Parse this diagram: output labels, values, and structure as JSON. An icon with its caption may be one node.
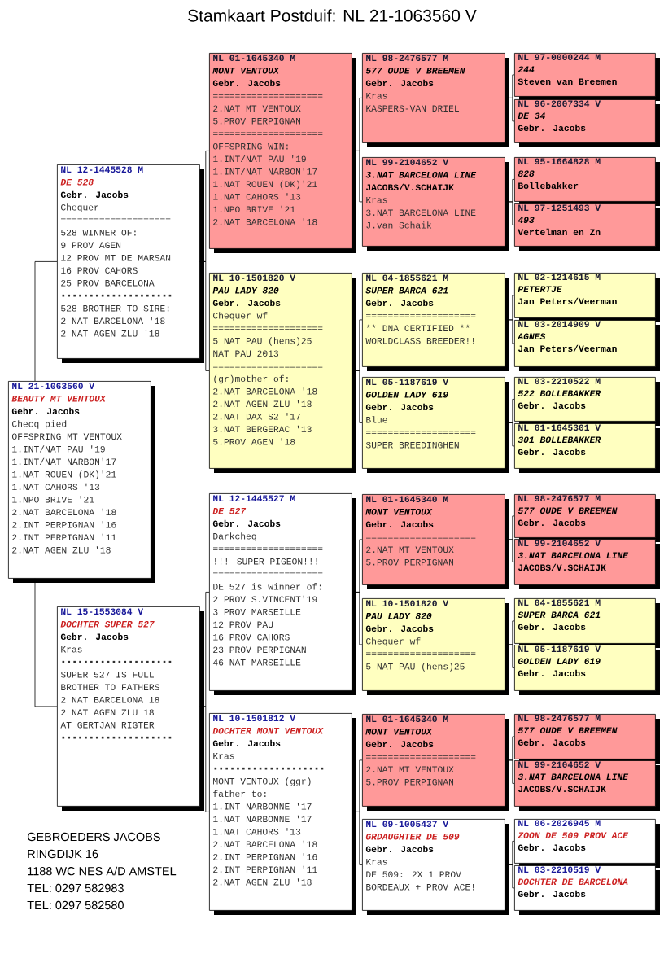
{
  "diagram": {
    "title": "Stamkaart Postduif: NL 21-1063560 V",
    "nodes": [
      {
        "text": [
          "NL 21-1063560 V",
          "BEAUTY MT VENTOUX",
          "Gebr. Jacobs",
          "Checq pied",
          "OFFSPRING MT VENTOUX",
          "1.INT/NAT PAU '19",
          "1.INT/NAT NARBON'17",
          "1.NAT ROUEN (DK)'21",
          "1.NAT CAHORS '13",
          "1.NPO BRIVE '21",
          "2.NAT BARCELONA '18",
          "2.INT PERPIGNAN '16",
          "2.INT PERPIGNAN '11",
          "2.NAT AGEN ZLU '18"
        ]
      },
      {
        "text": [
          "NL 12-1445528 M",
          "DE 528",
          "Gebr. Jacobs",
          "Chequer",
          "====================",
          "528 WINNER OF:",
          "9 PROV AGEN",
          "12 PROV MT DE MARSAN",
          "16 PROV CAHORS",
          "25 PROV BARCELONA",
          "528 BROTHER TO SIRE:",
          "2 NAT BARCELONA '18",
          "2 NAT AGEN ZLU '18"
        ]
      },
      {
        "text": [
          "NL 15-1553084 V",
          "DOCHTER SUPER 527",
          "Gebr. Jacobs",
          "Kras",
          "SUPER 527 IS FULL BROTHER TO FATHERS",
          "2 NAT BARCELONA 18",
          "2 NAT AGEN ZLU 18",
          "AT GERTJAN RIGTER"
        ]
      },
      {
        "text": [
          "NL 01-1645340 M",
          "MONT VENTOUX",
          "Gebr. Jacobs",
          "====================",
          "2.NAT MT VENTOUX",
          "5.PROV PERPIGNAN",
          "====================",
          "OFFSPRING WIN:",
          "1.INT/NAT PAU '19",
          "1.INT/NAT NARBON'17",
          "1.NAT ROUEN (DK)'21",
          "1.NAT CAHORS '13",
          "1.NPO BRIVE '21",
          "2.NAT BARCELONA '18"
        ]
      },
      {
        "text": [
          "NL 10-1501820 V",
          "PAU LADY 820",
          "Gebr. Jacobs",
          "Chequer wf",
          "====================",
          "5 NAT PAU (hens)25",
          "NAT PAU 2013",
          "====================",
          "(gr)mother of:",
          "2.NAT BARCELONA '18",
          "2.NAT AGEN ZLU '18",
          "2.NAT DAX S2 '17",
          "3.NAT BERGERAC '13",
          "5.PROV AGEN '18"
        ]
      },
      {
        "text": [
          "NL 12-1445527 M",
          "DE 527",
          "Gebr. Jacobs",
          "Darkcheq",
          "====================",
          "!!! SUPER PIGEON!!!",
          "====================",
          "DE 527 is winner of:",
          "2 PROV S.VINCENT'19",
          "3 PROV MARSEILLE",
          "12 PROV PAU",
          "16 PROV CAHORS",
          "23 PROV PERPIGNAN",
          "46 NAT MARSEILLE"
        ]
      },
      {
        "text": [
          "NL 10-1501812 V",
          "DOCHTER MONT VENTOUX",
          "Gebr. Jacobs",
          "Kras",
          "MONT VENTOUX (ggr) father to:",
          "1.INT NARBONNE '17",
          "1.NAT NARBONNE '17",
          "1.NAT CAHORS '13",
          "2.NAT BARCELONA '18",
          "2.INT PERPIGNAN '16",
          "2.INT PERPIGNAN '11",
          "2.NAT AGEN ZLU '18"
        ]
      },
      {
        "text": [
          "NL 98-2476577 M",
          "577 OUDE V BREEMEN",
          "Gebr. Jacobs",
          "Kras",
          "KASPERS-VAN DRIEL"
        ]
      },
      {
        "text": [
          "NL 99-2104652 V",
          "3.NAT BARCELONA LINE",
          "JACOBS/V.SCHAIJK",
          "Kras",
          "3.NAT BARCELONA LINE",
          "J.van Schaik"
        ]
      },
      {
        "text": [
          "NL 04-1855621 M",
          "SUPER BARCA 621",
          "Gebr. Jacobs",
          "====================",
          "** DNA CERTIFIED **",
          "WORLDCLASS BREEDER!!"
        ]
      },
      {
        "text": [
          "NL 05-1187619 V",
          "GOLDEN LADY 619",
          "Gebr. Jacobs",
          "Blue",
          "====================",
          "SUPER BREEDINGHEN"
        ]
      },
      {
        "text": [
          "NL 01-1645340 M",
          "MONT VENTOUX",
          "Gebr. Jacobs",
          "====================",
          "2.NAT MT VENTOUX",
          "5.PROV PERPIGNAN"
        ]
      },
      {
        "text": [
          "NL 10-1501820 V",
          "PAU LADY 820",
          "Gebr. Jacobs",
          "Chequer wf",
          "====================",
          "5 NAT PAU (hens)25"
        ]
      },
      {
        "text": [
          "NL 01-1645340 M",
          "MONT VENTOUX",
          "Gebr. Jacobs",
          "====================",
          "2.NAT MT VENTOUX",
          "5.PROV PERPIGNAN"
        ]
      },
      {
        "text": [
          "NL 09-1005437 V",
          "GRDAUGHTER DE 509",
          "Gebr. Jacobs",
          "Kras",
          "DE 509: 2X 1 PROV BORDEAUX + PROV ACE!"
        ]
      },
      {
        "text": [
          "NL 97-0000244 M",
          "244",
          "Steven van Breemen"
        ]
      },
      {
        "text": [
          "NL 96-2007334 V",
          "DE 34",
          "Gebr. Jacobs"
        ]
      },
      {
        "text": [
          "NL 95-1664828 M",
          "828",
          "Bollebakker"
        ]
      },
      {
        "text": [
          "NL 97-1251493 V",
          "493",
          "Vertelman en Zn"
        ]
      },
      {
        "text": [
          "NL 02-1214615 M",
          "PETERTJE",
          "Jan Peters/Veerman"
        ]
      },
      {
        "text": [
          "NL 03-2014909 V",
          "AGNES",
          "Jan Peters/Veerman"
        ]
      },
      {
        "text": [
          "NL 03-2210522 M",
          "522 BOLLEBAKKER",
          "Gebr. Jacobs"
        ]
      },
      {
        "text": [
          "NL 01-1645301 V",
          "301 BOLLEBAKKER",
          "Gebr. Jacobs"
        ]
      },
      {
        "text": [
          "NL 98-2476577 M",
          "577 OUDE V BREEMEN",
          "Gebr. Jacobs"
        ]
      },
      {
        "text": [
          "NL 99-2104652 V",
          "3.NAT BARCELONA LINE",
          "JACOBS/V.SCHAIJK"
        ]
      },
      {
        "text": [
          "NL 04-1855621 M",
          "SUPER BARCA 621",
          "Gebr. Jacobs"
        ]
      },
      {
        "text": [
          "NL 05-1187619 V",
          "GOLDEN LADY 619",
          "Gebr. Jacobs"
        ]
      },
      {
        "text": [
          "NL 98-2476577 M",
          "577 OUDE V BREEMEN",
          "Gebr. Jacobs"
        ]
      },
      {
        "text": [
          "NL 99-2104652 V",
          "3.NAT BARCELONA LINE",
          "JACOBS/V.SCHAIJK"
        ]
      },
      {
        "text": [
          "NL 06-2026945 M",
          "ZOON DE 509 PROV ACE",
          "Gebr. Jacobs"
        ]
      },
      {
        "text": [
          "NL 03-2210519 V",
          "DOCHTER DE BARCELONA",
          "Gebr. Jacobs"
        ]
      }
    ],
    "edges": [
      {
        "from": 0,
        "to": 1,
        "arrow": "none"
      },
      {
        "from": 0,
        "to": 2,
        "arrow": "none"
      },
      {
        "from": 1,
        "to": 3,
        "arrow": "none"
      },
      {
        "from": 1,
        "to": 4,
        "arrow": "none"
      },
      {
        "from": 2,
        "to": 5,
        "arrow": "none"
      },
      {
        "from": 2,
        "to": 6,
        "arrow": "none"
      },
      {
        "from": 3,
        "to": 7,
        "arrow": "none"
      },
      {
        "from": 3,
        "to": 8,
        "arrow": "none"
      },
      {
        "from": 4,
        "to": 9,
        "arrow": "none"
      },
      {
        "from": 4,
        "to": 10,
        "arrow": "none"
      },
      {
        "from": 5,
        "to": 11,
        "arrow": "none"
      },
      {
        "from": 5,
        "to": 12,
        "arrow": "none"
      },
      {
        "from": 6,
        "to": 13,
        "arrow": "none"
      },
      {
        "from": 6,
        "to": 14,
        "arrow": "none"
      },
      {
        "from": 7,
        "to": 15,
        "arrow": "none"
      },
      {
        "from": 7,
        "to": 16,
        "arrow": "none"
      },
      {
        "from": 8,
        "to": 17,
        "arrow": "none"
      },
      {
        "from": 8,
        "to": 18,
        "arrow": "none"
      },
      {
        "from": 9,
        "to": 19,
        "arrow": "none"
      },
      {
        "from": 9,
        "to": 20,
        "arrow": "none"
      },
      {
        "from": 10,
        "to": 21,
        "arrow": "none"
      },
      {
        "from": 10,
        "to": 22,
        "arrow": "none"
      },
      {
        "from": 11,
        "to": 23,
        "arrow": "none"
      },
      {
        "from": 11,
        "to": 24,
        "arrow": "none"
      },
      {
        "from": 12,
        "to": 25,
        "arrow": "none"
      },
      {
        "from": 12,
        "to": 26,
        "arrow": "none"
      },
      {
        "from": 13,
        "to": 27,
        "arrow": "none"
      },
      {
        "from": 13,
        "to": 28,
        "arrow": "none"
      },
      {
        "from": 14,
        "to": 29,
        "arrow": "none"
      },
      {
        "from": 14,
        "to": 30,
        "arrow": "none"
      }
    ],
    "labels": [
      "GEBROEDERS JACOBS",
      "RINGDIJK 16",
      "1188 WC NES A/D AMSTEL",
      "TEL: 0297 582983",
      "TEL: 0297 582580"
    ]
  }
}
